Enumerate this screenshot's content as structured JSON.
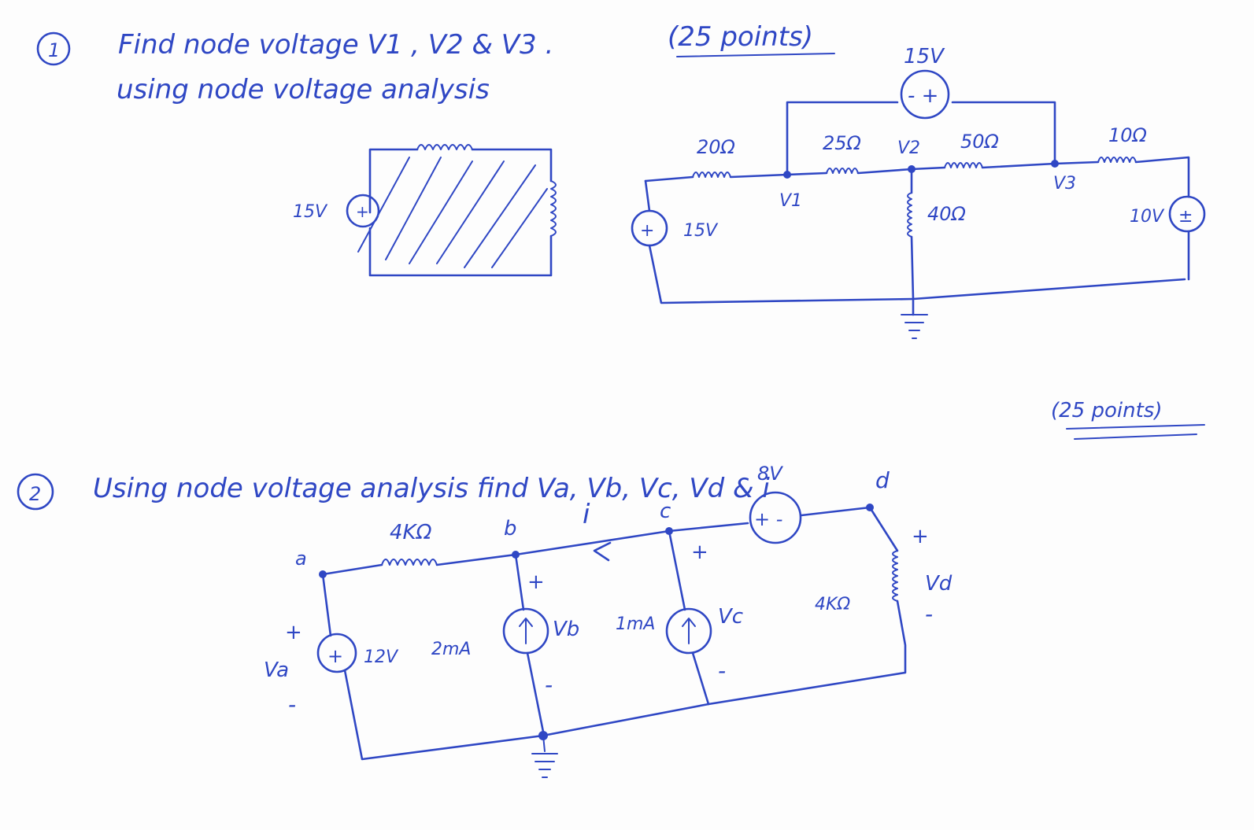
{
  "colors": {
    "ink": "#2f47c4",
    "paper": "#fdfdfd"
  },
  "problem1": {
    "number": "1",
    "line1": "Find node voltage V1 , V2 & V3 .",
    "points": "(25 points)",
    "line2": "using node voltage analysis",
    "scratch": {
      "source": "15V"
    },
    "circuit": {
      "top_source": "15V",
      "top_source_polarity": "- +",
      "r1": "20Ω",
      "r2": "25Ω",
      "r3": "50Ω",
      "r4": "10Ω",
      "r5": "40Ω",
      "left_source": "15V",
      "right_source": "10V",
      "node1": "V1",
      "node2": "V2",
      "node3": "V3"
    }
  },
  "problem2": {
    "number": "2",
    "line1": "Using node voltage analysis find Va, Vb, Vc, Vd & i",
    "points": "(25 points)",
    "circuit": {
      "node_a": "a",
      "node_b": "b",
      "node_c": "c",
      "node_d": "d",
      "current_label": "i",
      "r_ab": "4KΩ",
      "r_d": "4KΩ",
      "source_top": "8V",
      "source_top_polarity": "+ -",
      "source_left": "12V",
      "cur_source_b": "2mA",
      "cur_source_c": "1mA",
      "va": "Va",
      "vb": "Vb",
      "vc": "Vc",
      "vd": "Vd",
      "plus": "+",
      "minus": "-"
    }
  }
}
